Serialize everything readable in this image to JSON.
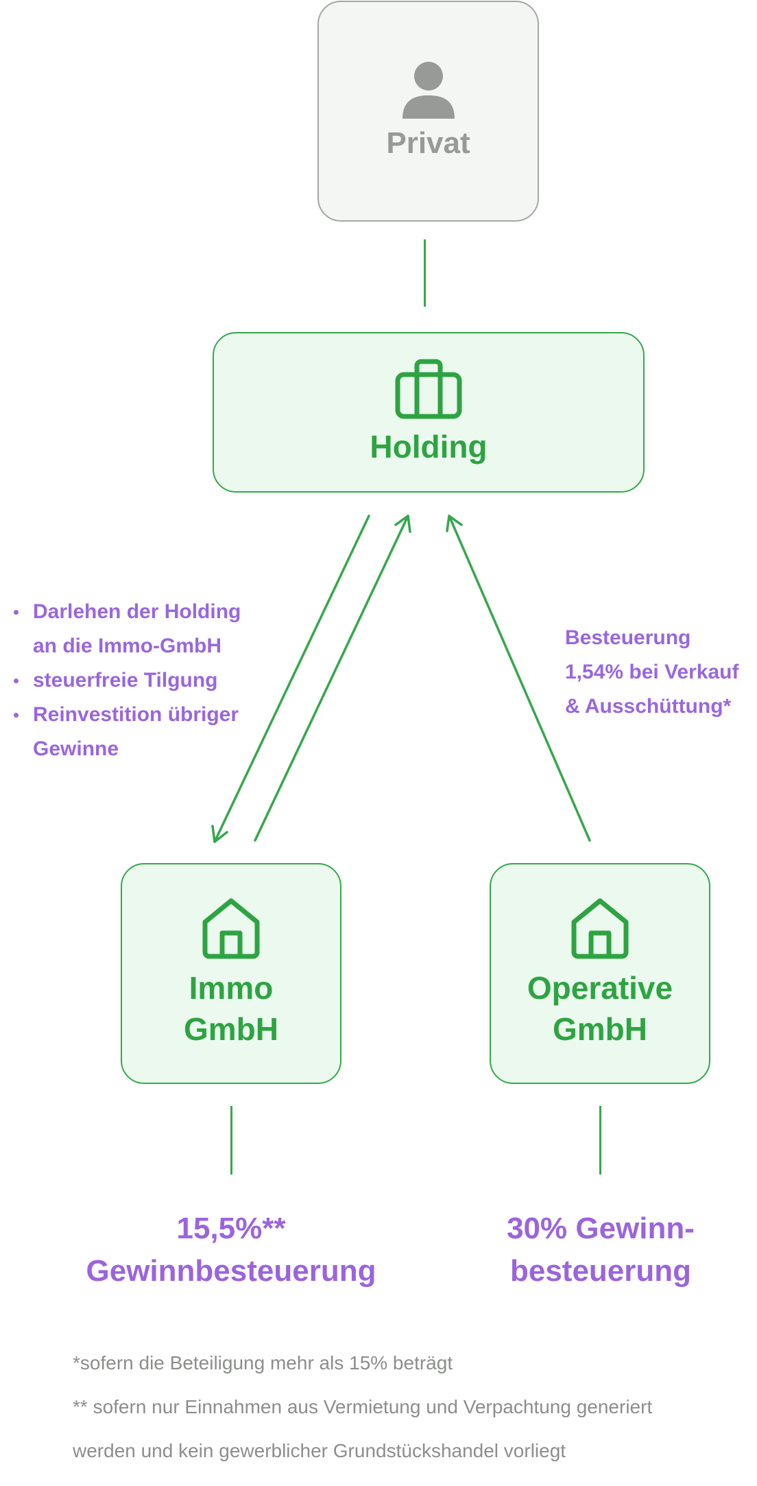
{
  "private": {
    "label": "Privat",
    "icon": "person-icon"
  },
  "holding": {
    "label": "Holding",
    "icon": "briefcase-icon"
  },
  "immo": {
    "label_line1": "Immo",
    "label_line2": "GmbH",
    "icon": "house-icon"
  },
  "operative": {
    "label_line1": "Operative",
    "label_line2": "GmbH",
    "icon": "house-icon"
  },
  "left_note": {
    "items": [
      {
        "line1": "Darlehen der Holding",
        "line2": "an die Immo-GmbH"
      },
      {
        "line1": "steuerfreie Tilgung"
      },
      {
        "line1": "Reinvestition übriger",
        "line2": "Gewinne"
      }
    ]
  },
  "right_note": {
    "line1": "Besteuerung",
    "line2": "1,54% bei Verkauf",
    "line3": "& Ausschüttung*"
  },
  "immo_rate": {
    "line1": "15,5%**",
    "line2": "Gewinnbesteuerung"
  },
  "operative_rate": {
    "line1": "30% Gewinn-",
    "line2": "besteuerung"
  },
  "footnotes": {
    "note1": "*sofern die Beteiligung mehr als 15% beträgt",
    "note2_line1": "** sofern nur Einnahmen aus Vermietung und Verpachtung generiert",
    "note2_line2": "werden und kein gewerblicher Grundstückshandel vorliegt"
  },
  "colors": {
    "green": "#2da441",
    "green_fill": "#ebf9ee",
    "purple": "#9966e0",
    "gray_box": "#f4f6f3",
    "gray_text": "#8b8e8a"
  }
}
